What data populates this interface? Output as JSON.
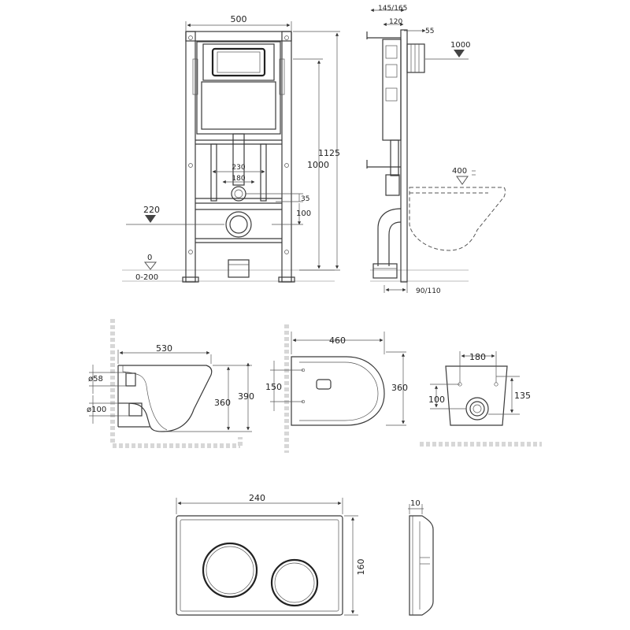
{
  "frame": {
    "dims": {
      "width": "500",
      "height_top": "1125",
      "height_mid": "1000",
      "pipe_spacing": "230",
      "inner_spacing": "180",
      "d35": "35",
      "d100": "100"
    },
    "levels": {
      "l220": "220",
      "l0": "0",
      "range": "0-200"
    }
  },
  "side": {
    "dims": {
      "d145_165": "145/165",
      "d120": "120",
      "d55": "55",
      "l1000": "1000",
      "l400": "400",
      "d90_110": "90/110"
    }
  },
  "bowl_side": {
    "dims": {
      "length": "530",
      "d58": "ø58",
      "d100": "ø100",
      "h360": "360",
      "h390": "390"
    }
  },
  "bowl_top": {
    "dims": {
      "width": "460",
      "h150": "150",
      "h360": "360"
    }
  },
  "bowl_back": {
    "dims": {
      "w180": "180",
      "h100": "100",
      "h135": "135"
    }
  },
  "plate": {
    "dims": {
      "width": "240",
      "height": "160",
      "depth": "10"
    }
  }
}
